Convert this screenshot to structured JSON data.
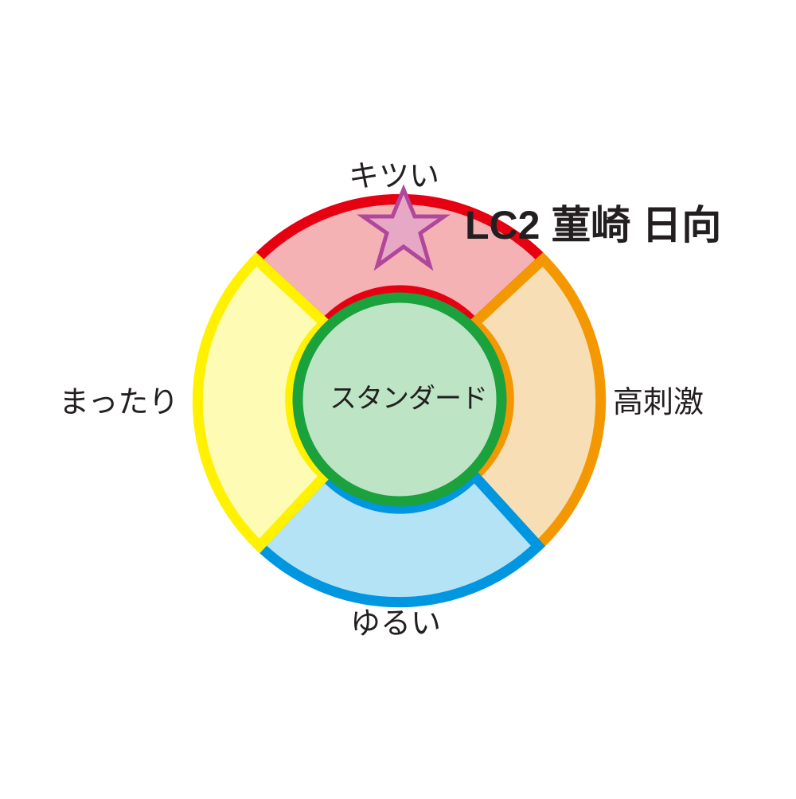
{
  "diagram": {
    "labels": {
      "top": "キツい",
      "bottom": "ゆるい",
      "left": "まったり",
      "right": "高刺激",
      "center": "スタンダード"
    },
    "marker": {
      "label": "LC2 菫崎 日向"
    },
    "colors": {
      "top_stroke": "#e60012",
      "top_fill": "#f5b2b5",
      "right_stroke": "#f39800",
      "right_fill": "#f8deb5",
      "bottom_stroke": "#0096e0",
      "bottom_fill": "#b5e3f6",
      "left_stroke": "#fff100",
      "left_fill": "#fefbb5",
      "center_stroke": "#1ba23c",
      "center_fill": "#bde5c5",
      "star_stroke": "#b0479a",
      "star_fill": "#e6a8c4"
    }
  }
}
